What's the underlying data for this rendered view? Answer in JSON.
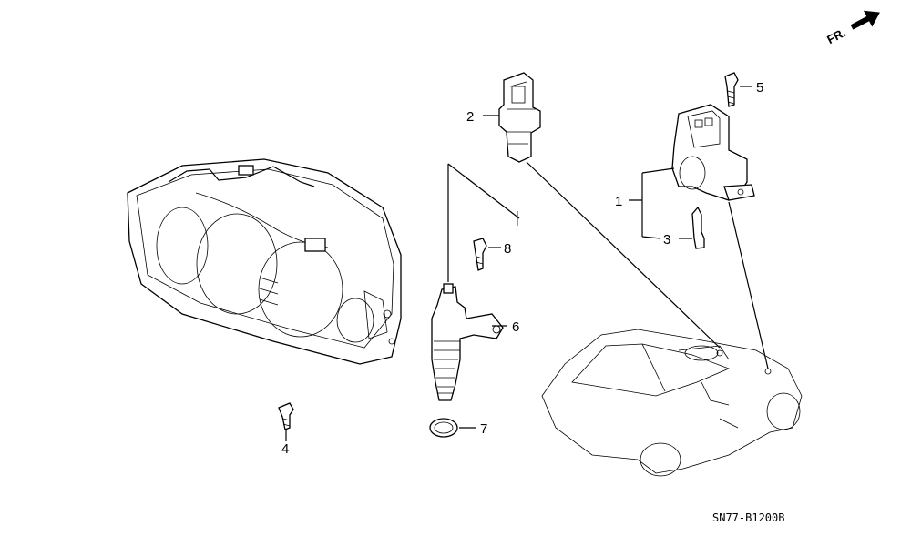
{
  "callouts": [
    "1",
    "2",
    "3",
    "4",
    "5",
    "6",
    "7",
    "8"
  ],
  "drawing_code": "SN77-B1200B",
  "direction_label": "FR.",
  "icons": [
    "front-direction-arrow-icon",
    "gauge-cluster",
    "speed-sensor",
    "sensor-bracket",
    "car-silhouette"
  ]
}
